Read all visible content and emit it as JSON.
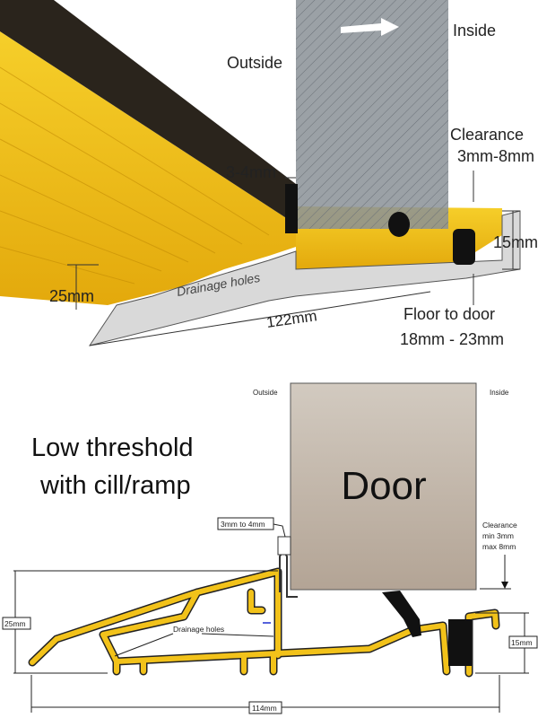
{
  "top_view": {
    "outside_label": "Outside",
    "inside_label": "Inside",
    "clearance_label": "Clearance",
    "clearance_value": "3mm-8mm",
    "seal_gap": "3-4mm",
    "height_right": "15mm",
    "height_left": "25mm",
    "drainage_label": "Drainage holes",
    "width": "122mm",
    "floor_to_door_label": "Floor to door",
    "floor_to_door_value": "18mm - 23mm"
  },
  "section_view": {
    "title_line1": "Low threshold",
    "title_line2": "with cill/ramp",
    "outside_label": "Outside",
    "inside_label": "Inside",
    "door_label": "Door",
    "seal_gap": "3mm to 4mm",
    "clearance_line1": "Clearance",
    "clearance_line2": "min 3mm",
    "clearance_line3": "max 8mm",
    "height_left": "25mm",
    "height_right": "15mm",
    "drainage_label": "Drainage holes",
    "width": "114mm"
  },
  "colors": {
    "profile": "#f2c21a",
    "door": "#c2b5a8",
    "glass": "#8a9096"
  }
}
